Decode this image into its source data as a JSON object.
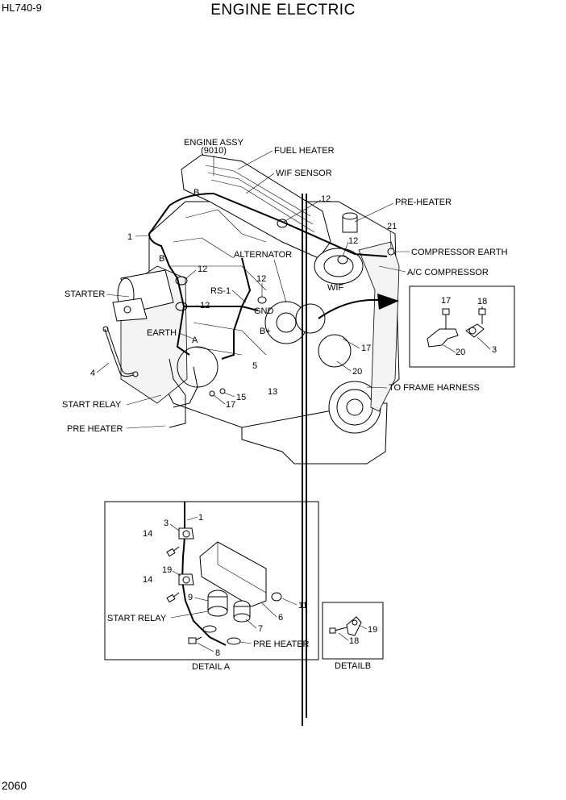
{
  "header": {
    "model": "HL740-9",
    "title": "ENGINE ELECTRIC"
  },
  "footer": {
    "page_number": "2060"
  },
  "main_view": {
    "engine_assy_line1": "ENGINE ASSY",
    "engine_assy_line2": "(9010)",
    "labels": {
      "fuel_heater": "FUEL HEATER",
      "wif_sensor": "WIF SENSOR",
      "pre_heater_top": "PRE-HEATER",
      "compressor_earth": "COMPRESSOR EARTH",
      "ac_compressor": "A/C COMPRESSOR",
      "alternator": "ALTERNATOR",
      "starter": "STARTER",
      "rs1": "RS-1",
      "gnd": "GND",
      "b_plus": "B+",
      "wif": "WIF",
      "earth": "EARTH",
      "start_relay": "START RELAY",
      "pre_heater": "PRE HEATER",
      "to_frame_harness": "TO FRAME HARNESS"
    },
    "callouts": {
      "b_top": "B",
      "b_left": "B",
      "a": "A",
      "n1": "1",
      "n12a": "12",
      "n12b": "12",
      "n12c": "12",
      "n12d": "12",
      "n12e": "12",
      "n21": "21",
      "n4": "4",
      "n5": "5",
      "n13": "13",
      "n15": "15",
      "n17a": "17",
      "n17b": "17",
      "n20": "20"
    }
  },
  "inset_b": {
    "n17": "17",
    "n18": "18",
    "n20": "20",
    "n3": "3"
  },
  "detail_a": {
    "caption": "DETAIL A",
    "n1": "1",
    "n3": "3",
    "n14a": "14",
    "n14b": "14",
    "n19": "19",
    "n9": "9",
    "n11": "11",
    "n6": "6",
    "n7": "7",
    "n8": "8",
    "start_relay": "START RELAY",
    "pre_heater": "PRE HEATER"
  },
  "detail_b": {
    "caption": "DETAILB",
    "n19": "19",
    "n18": "18"
  }
}
